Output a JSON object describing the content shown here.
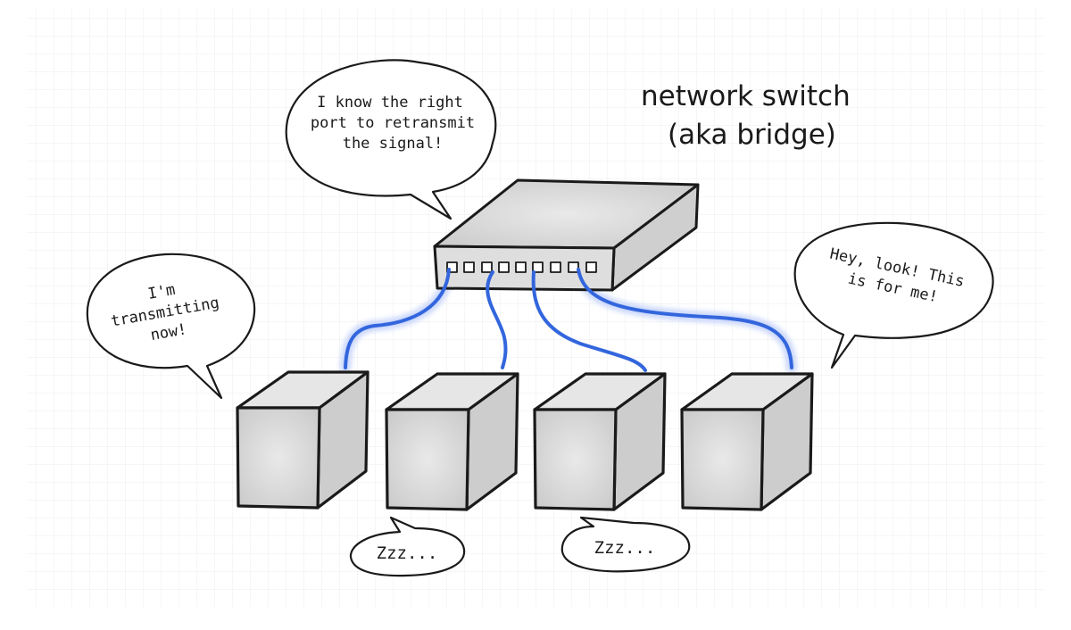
{
  "title": {
    "line1": "network switch",
    "line2": "(aka bridge)"
  },
  "bubbles": {
    "switch": [
      "I know the right",
      "port to retransmit",
      "the signal!"
    ],
    "sender": [
      "I'm",
      "transmitting",
      "now!"
    ],
    "receiver": [
      "Hey, look! This",
      "is for me!"
    ],
    "sleep_a": "Zzz...",
    "sleep_b": "Zzz..."
  },
  "colors": {
    "cable": "#3366dd",
    "cable_glow": "#c9d6fb",
    "ink": "#1a1a1a",
    "box_fill": "#d9d9d9",
    "grid": "#ececec"
  }
}
